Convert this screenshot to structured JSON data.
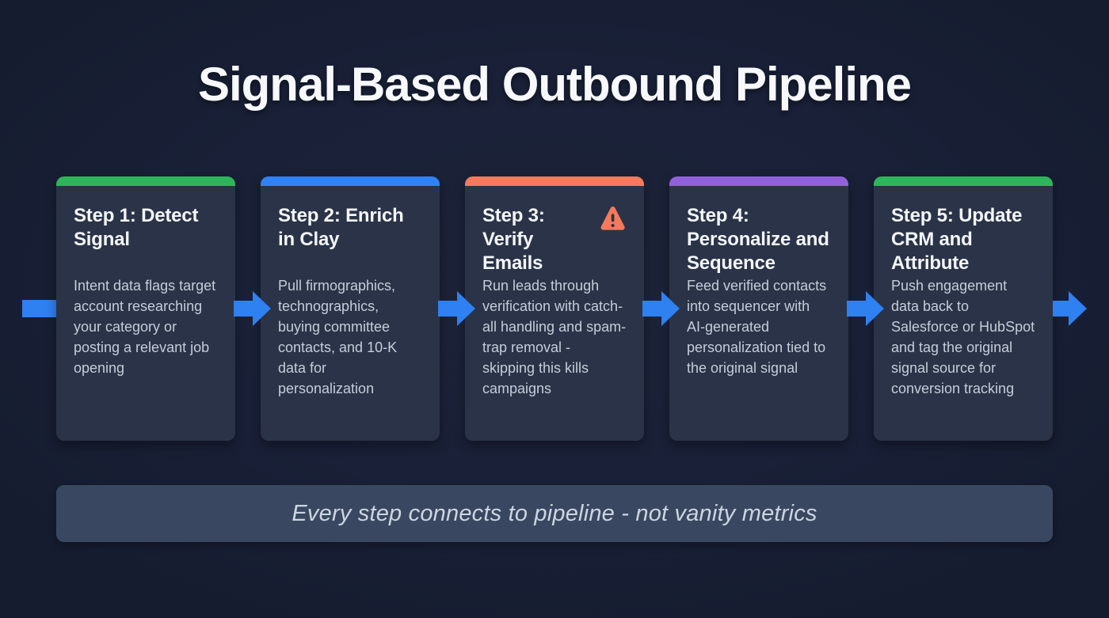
{
  "title": "Signal-Based Outbound Pipeline",
  "steps": [
    {
      "heading": "Step 1: Detect Signal",
      "body": "Intent data flags target account researching your category or posting a relevant job opening",
      "accent_color": "#2eb55b",
      "has_warning_icon": false
    },
    {
      "heading": "Step 2: Enrich in Clay",
      "body": "Pull firmographics, technographics, buying committee contacts, and 10-K data for personalization",
      "accent_color": "#2f82f6",
      "has_warning_icon": false
    },
    {
      "heading": "Step 3: Verify Emails",
      "body": "Run leads through verification with catch-all handling and spam-trap removal - skipping this kills campaigns",
      "accent_color": "#f5795c",
      "has_warning_icon": true
    },
    {
      "heading": "Step 4: Personalize and Sequence",
      "body": "Feed verified contacts into sequencer with AI-generated personalization tied to the original signal",
      "accent_color": "#9161dc",
      "has_warning_icon": false
    },
    {
      "heading": "Step 5: Update CRM and Attribute",
      "body": "Push engagement data back to Salesforce or HubSpot and tag the original signal source for conversion tracking",
      "accent_color": "#2eb55b",
      "has_warning_icon": false
    }
  ],
  "footer": {
    "text": "Every step connects to pipeline - not vanity metrics"
  },
  "colors": {
    "background": "#192037",
    "card_background": "#2a3347",
    "arrow_blue": "#2f80f0",
    "warning_orange": "#f5795c",
    "heading_text": "#f3f6fa",
    "body_text": "#c5cdda",
    "footer_background": "#394860"
  }
}
